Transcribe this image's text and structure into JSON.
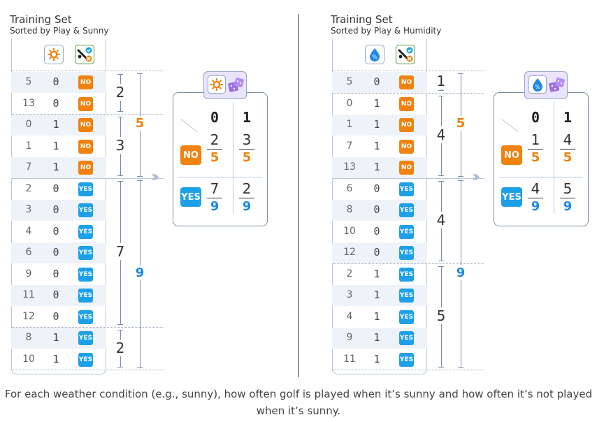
{
  "caption": "For each weather condition (e.g., sunny), how often golf is played when it’s sunny and how often it’s not played when it’s sunny.",
  "colors": {
    "no": "#f0820f",
    "yes": "#1ea0e8",
    "yes_text": "#1e88e5",
    "border": "#7a8da5",
    "row_alt": "#eef3f9"
  },
  "labels": {
    "no": "NO",
    "yes": "YES"
  },
  "left": {
    "title": "Training Set",
    "subtitle": "Sorted by Play & Sunny",
    "feature_icon": "sun-icon",
    "rows": [
      {
        "id": "5",
        "v": "0",
        "play": "NO"
      },
      {
        "id": "13",
        "v": "0",
        "play": "NO"
      },
      {
        "id": "0",
        "v": "1",
        "play": "NO"
      },
      {
        "id": "1",
        "v": "1",
        "play": "NO"
      },
      {
        "id": "7",
        "v": "1",
        "play": "NO"
      },
      {
        "id": "2",
        "v": "0",
        "play": "YES"
      },
      {
        "id": "3",
        "v": "0",
        "play": "YES"
      },
      {
        "id": "4",
        "v": "0",
        "play": "YES"
      },
      {
        "id": "6",
        "v": "0",
        "play": "YES"
      },
      {
        "id": "9",
        "v": "0",
        "play": "YES"
      },
      {
        "id": "11",
        "v": "0",
        "play": "YES"
      },
      {
        "id": "12",
        "v": "0",
        "play": "YES"
      },
      {
        "id": "8",
        "v": "1",
        "play": "YES"
      },
      {
        "id": "10",
        "v": "1",
        "play": "YES"
      }
    ],
    "group_counts": [
      "2",
      "3",
      "7",
      "2"
    ],
    "total_no": "5",
    "total_yes": "9",
    "ct": {
      "cols": [
        "0",
        "1"
      ],
      "no": [
        {
          "num": "2",
          "den": "5"
        },
        {
          "num": "3",
          "den": "5"
        }
      ],
      "yes": [
        {
          "num": "7",
          "den": "9"
        },
        {
          "num": "2",
          "den": "9"
        }
      ]
    }
  },
  "right": {
    "title": "Training Set",
    "subtitle": "Sorted by Play & Humidity",
    "feature_icon": "humidity-drop-icon",
    "rows": [
      {
        "id": "5",
        "v": "0",
        "play": "NO"
      },
      {
        "id": "0",
        "v": "1",
        "play": "NO"
      },
      {
        "id": "1",
        "v": "1",
        "play": "NO"
      },
      {
        "id": "7",
        "v": "1",
        "play": "NO"
      },
      {
        "id": "13",
        "v": "1",
        "play": "NO"
      },
      {
        "id": "6",
        "v": "0",
        "play": "YES"
      },
      {
        "id": "8",
        "v": "0",
        "play": "YES"
      },
      {
        "id": "10",
        "v": "0",
        "play": "YES"
      },
      {
        "id": "12",
        "v": "0",
        "play": "YES"
      },
      {
        "id": "2",
        "v": "1",
        "play": "YES"
      },
      {
        "id": "3",
        "v": "1",
        "play": "YES"
      },
      {
        "id": "4",
        "v": "1",
        "play": "YES"
      },
      {
        "id": "9",
        "v": "1",
        "play": "YES"
      },
      {
        "id": "11",
        "v": "1",
        "play": "YES"
      }
    ],
    "group_counts": [
      "1",
      "4",
      "4",
      "5"
    ],
    "total_no": "5",
    "total_yes": "9",
    "ct": {
      "cols": [
        "0",
        "1"
      ],
      "no": [
        {
          "num": "1",
          "den": "5"
        },
        {
          "num": "4",
          "den": "5"
        }
      ],
      "yes": [
        {
          "num": "4",
          "den": "9"
        },
        {
          "num": "5",
          "den": "9"
        }
      ]
    }
  }
}
